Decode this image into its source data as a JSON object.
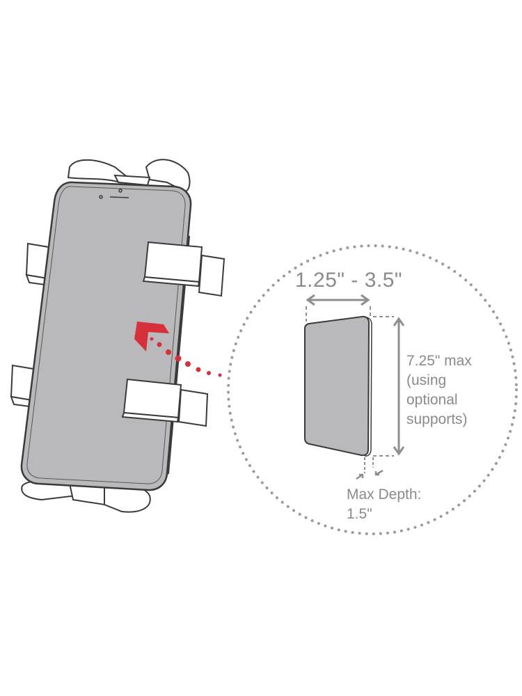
{
  "diagram": {
    "subject": "Phone cradle holder with device size callout",
    "labels": {
      "width_range": "1.25\" - 3.5\"",
      "height_line1": "7.25\" max",
      "height_line2": "(using",
      "height_line3": "optional",
      "height_line4": "supports)",
      "depth_line1": "Max Depth:",
      "depth_line2": "1.5\""
    },
    "colors": {
      "outline": "#3a3a3a",
      "phone_fill": "#bcbcbe",
      "accent_red": "#d6303a",
      "dimension_gray": "#8e8e8e",
      "holder_fill": "#ffffff"
    }
  }
}
